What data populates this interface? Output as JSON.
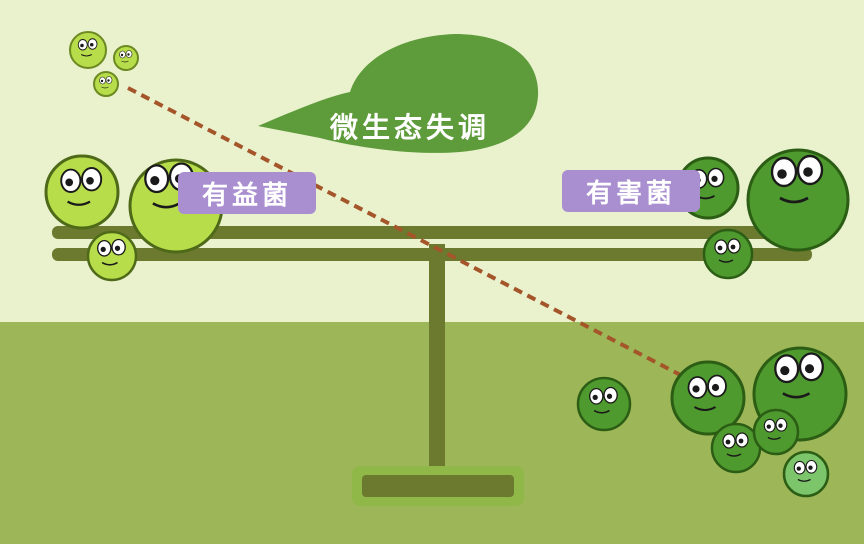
{
  "speech_bubble": {
    "text": "微生态失调"
  },
  "labels": {
    "beneficial": "有益菌",
    "harmful": "有害菌"
  },
  "colors": {
    "background_top": "#e9f1cd",
    "background_bottom": "#9db657",
    "scale": "#6b7a2e",
    "bubble": "#5e9b3a",
    "tag": "#a98fd0",
    "beneficial_bacteria": "#b8dd4a",
    "harmful_bacteria": "#4f9a2e",
    "migration_line": "#a4562a"
  },
  "icons": {
    "beneficial_bacteria": "smiling-light-green-bacterium",
    "harmful_bacteria": "smiling-dark-green-bacterium"
  }
}
